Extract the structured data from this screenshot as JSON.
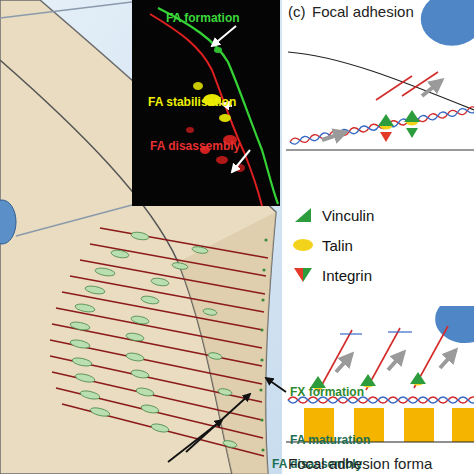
{
  "diagram": {
    "labels": [
      "(c)",
      "Focal adhesion",
      "FA formation",
      "FA stabilisation",
      "FA disassembly",
      "FX formation",
      "FA maturation",
      "FA disassembly",
      "Focal adhesion forma"
    ],
    "legend": [
      {
        "text": "Vinculin"
      },
      {
        "text": "Talin"
      },
      {
        "text": "Integrin"
      }
    ]
  }
}
